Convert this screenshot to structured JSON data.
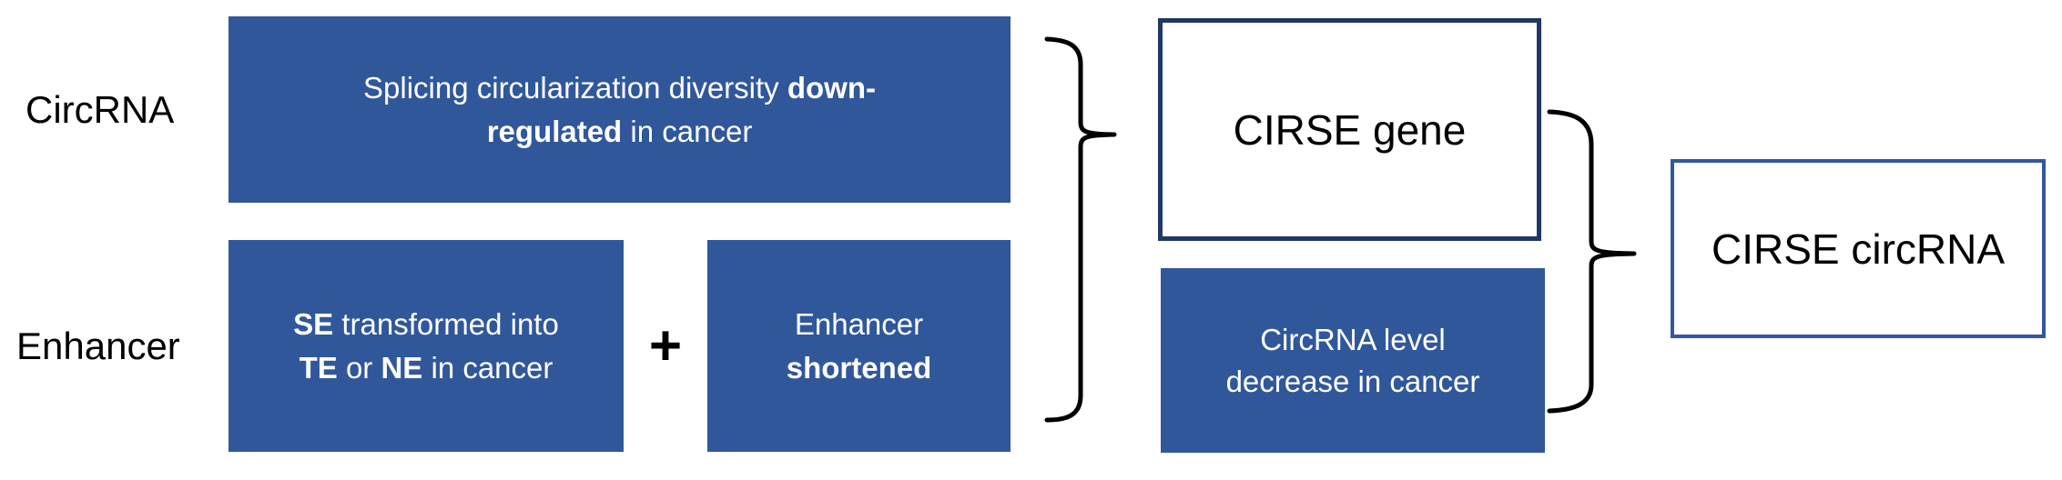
{
  "colors": {
    "box_fill": "#31579B",
    "dark_border": "#1F3864",
    "light_border": "#33589D",
    "box_text": "#FFFFFF",
    "label_text": "#000000",
    "brace_stroke": "#000000"
  },
  "row_labels": {
    "circrna": "CircRNA",
    "enhancer": "Enhancer"
  },
  "operator": {
    "plus": "+"
  },
  "boxes": {
    "splicing": {
      "lines": [
        [
          {
            "t": "Splicing circularization diversity ",
            "b": false
          },
          {
            "t": "down-",
            "b": true
          }
        ],
        [
          {
            "t": "regulated",
            "b": true
          },
          {
            "t": " in cancer",
            "b": false
          }
        ]
      ]
    },
    "se_transformed": {
      "lines": [
        [
          {
            "t": "SE",
            "b": true
          },
          {
            "t": " transformed into",
            "b": false
          }
        ],
        [
          {
            "t": "TE",
            "b": true
          },
          {
            "t": " or ",
            "b": false
          },
          {
            "t": "NE",
            "b": true
          },
          {
            "t": " in cancer",
            "b": false
          }
        ]
      ]
    },
    "enhancer_shortened": {
      "lines": [
        [
          {
            "t": "Enhancer",
            "b": false
          }
        ],
        [
          {
            "t": "shortened",
            "b": true
          }
        ]
      ]
    },
    "cirse_gene": {
      "label": "CIRSE gene"
    },
    "circrna_level": {
      "lines": [
        [
          {
            "t": "CircRNA level",
            "b": false
          }
        ],
        [
          {
            "t": "decrease in cancer",
            "b": false
          }
        ]
      ]
    },
    "cirse_circrna": {
      "label": "CIRSE circRNA"
    }
  }
}
